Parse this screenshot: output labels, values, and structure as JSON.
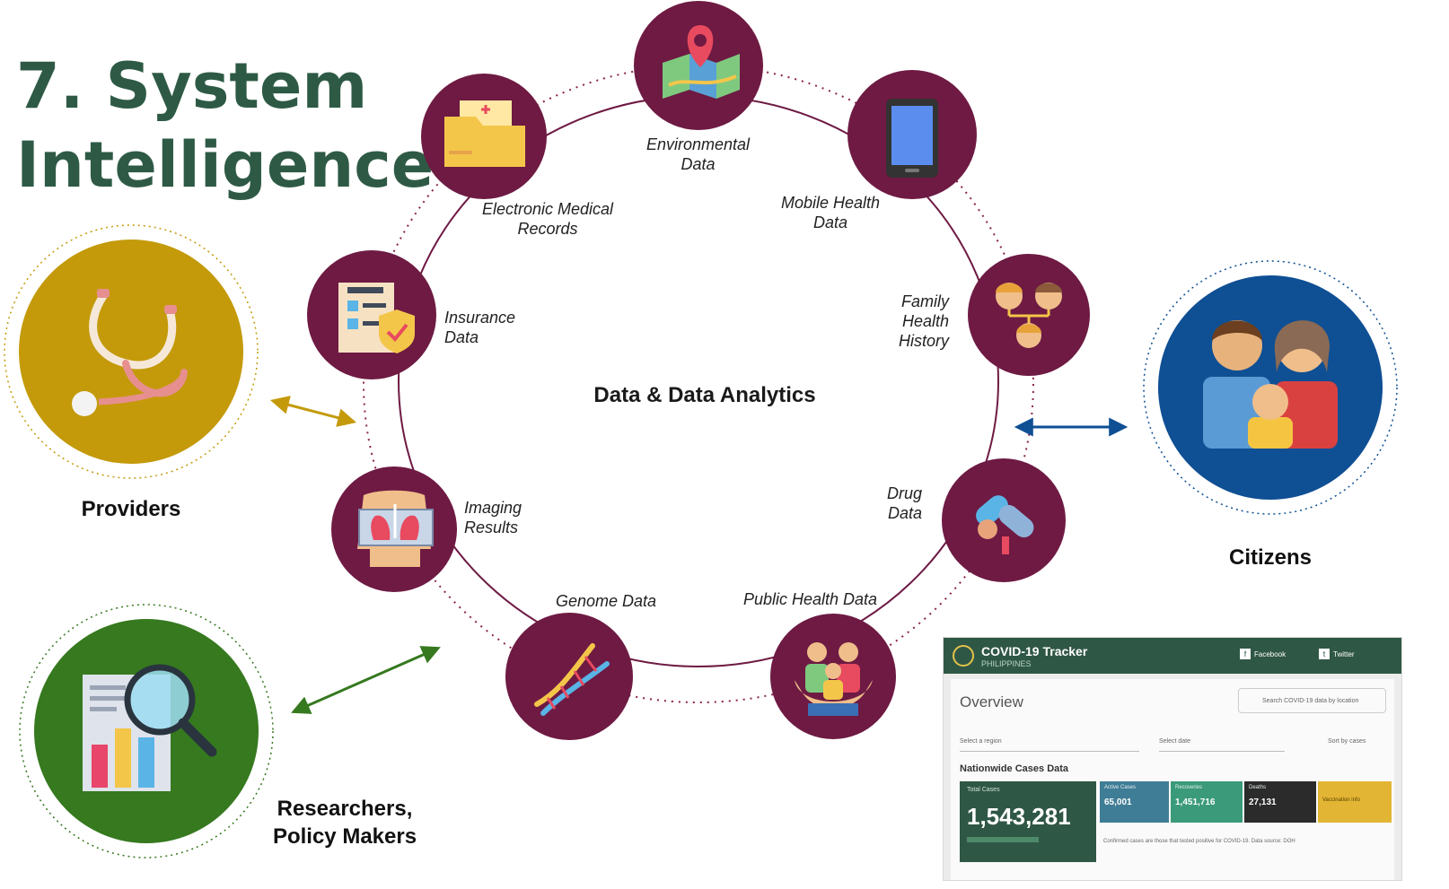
{
  "title": {
    "line1": "7. System",
    "line2": "Intelligence"
  },
  "diagram": {
    "center_label": "Data & Data Analytics",
    "ring_color": "#6e1a43",
    "nodes": [
      {
        "id": "environmental",
        "label": "Environmental\nData",
        "icon": "map-pin-icon"
      },
      {
        "id": "mobile",
        "label": "Mobile Health\nData",
        "icon": "smartphone-icon"
      },
      {
        "id": "family",
        "label": "Family\nHealth\nHistory",
        "icon": "family-tree-icon"
      },
      {
        "id": "drug",
        "label": "Drug\nData",
        "icon": "pills-icon"
      },
      {
        "id": "public-health",
        "label": "Public Health Data",
        "icon": "community-care-icon"
      },
      {
        "id": "genome",
        "label": "Genome Data",
        "icon": "dna-icon"
      },
      {
        "id": "imaging",
        "label": "Imaging\nResults",
        "icon": "chest-xray-icon"
      },
      {
        "id": "insurance",
        "label": "Insurance\nData",
        "icon": "insurance-checklist-icon"
      },
      {
        "id": "emr",
        "label": "Electronic Medical\nRecords",
        "icon": "medical-folder-icon"
      }
    ]
  },
  "stakeholders": {
    "providers": {
      "label": "Providers",
      "icon": "stethoscope-icon",
      "color": "#c49a0a"
    },
    "citizens": {
      "label": "Citizens",
      "icon": "family-icon",
      "color": "#0f4f94"
    },
    "researchers": {
      "label": "Researchers,\nPolicy Makers",
      "icon": "analytics-magnifier-icon",
      "color": "#36791f"
    }
  },
  "tracker": {
    "app_title": "COVID-19 Tracker",
    "subtitle": "PHILIPPINES",
    "social": [
      "Facebook",
      "Twitter"
    ],
    "overview": "Overview",
    "search_placeholder": "Search COVID-19 data by location",
    "filter_region": "Select a region",
    "filter_date": "Select date",
    "filter_sort": "Sort by cases",
    "section": "Nationwide Cases Data",
    "total_label": "Total Cases",
    "total_value": "1,543,281",
    "cards": [
      {
        "label": "Active Cases",
        "value": "65,001",
        "color": "#3f7d96"
      },
      {
        "label": "Recoveries",
        "value": "1,451,716",
        "color": "#3a9a7a"
      },
      {
        "label": "Deaths",
        "value": "27,131",
        "color": "#2b2b2b"
      },
      {
        "label": "Vaccination info",
        "value": "",
        "color": "#e3b534"
      }
    ],
    "note": "Confirmed cases are those that tested positive for COVID-19. Data source: DOH"
  }
}
